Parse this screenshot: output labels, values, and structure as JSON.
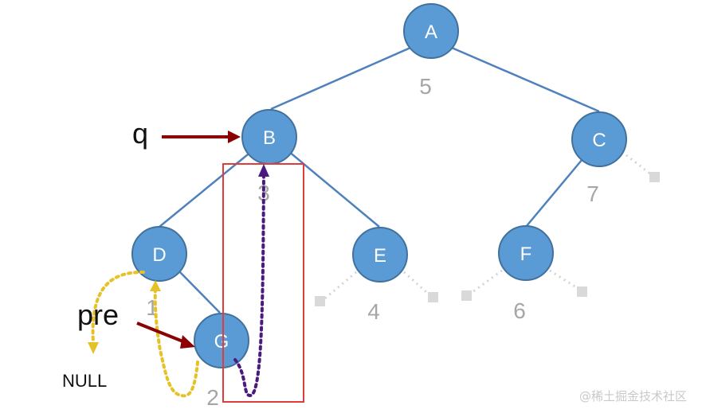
{
  "nodes": {
    "A": {
      "label": "A",
      "order": "5"
    },
    "B": {
      "label": "B",
      "order": "3"
    },
    "C": {
      "label": "C",
      "order": "7"
    },
    "D": {
      "label": "D",
      "order": "1"
    },
    "E": {
      "label": "E",
      "order": "4"
    },
    "F": {
      "label": "F",
      "order": "6"
    },
    "G": {
      "label": "G",
      "order": "2"
    }
  },
  "pointers": {
    "q": "q",
    "pre": "pre",
    "null": "NULL"
  },
  "watermark": "@稀土掘金技术社区",
  "colors": {
    "node_fill": "#5b9bd5",
    "node_stroke": "#41719c",
    "edge": "#4f81bd",
    "null_edge": "#d4d4d4",
    "arrow": "#8b0000",
    "thread_yellow": "#e6c229",
    "thread_purple": "#4b1a7f",
    "highlight_box": "#e03c3c"
  }
}
